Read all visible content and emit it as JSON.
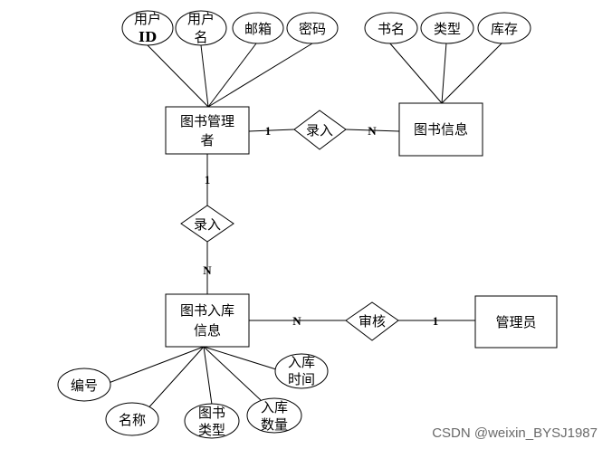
{
  "entities": {
    "book_admin": [
      "图书管理",
      "者"
    ],
    "book_info": [
      "图书信息"
    ],
    "inbound_info": [
      "图书入库",
      "信息"
    ],
    "administrator": [
      "管理员"
    ]
  },
  "relationships": {
    "entry_top": "录入",
    "entry_left": "录入",
    "audit": "审核"
  },
  "attributes": {
    "user_id": [
      "用户",
      "ID"
    ],
    "user_name": [
      "用户",
      "名"
    ],
    "email": [
      "邮箱"
    ],
    "password": [
      "密码"
    ],
    "title": [
      "书名"
    ],
    "type": [
      "类型"
    ],
    "stock": [
      "库存"
    ],
    "code": [
      "编号"
    ],
    "name": [
      "名称"
    ],
    "book_type": [
      "图书",
      "类型"
    ],
    "inbound_qty": [
      "入库",
      "数量"
    ],
    "inbound_time": [
      "入库",
      "时间"
    ]
  },
  "cardinalities": {
    "entry_top_admin": "1",
    "entry_top_book": "N",
    "entry_left_admin": "1",
    "entry_left_inbound": "N",
    "audit_inbound": "N",
    "audit_admin": "1"
  },
  "watermark": "CSDN @weixin_BYSJ1987"
}
